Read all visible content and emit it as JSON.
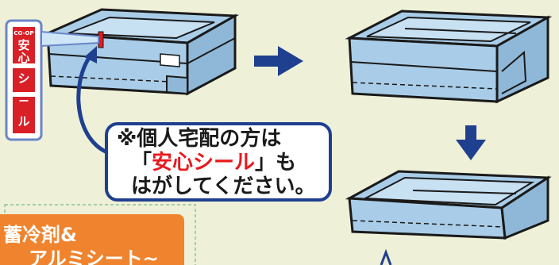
{
  "seal": {
    "top_label": "CO-OP",
    "char1": "安",
    "char2": "心",
    "char3": "シ",
    "char4": "ー",
    "char5": "ル"
  },
  "callout": {
    "line1": "※個人宅配の方は",
    "line2_open": "「",
    "line2_red": "安心シール",
    "line2_close": "」も",
    "line3": "はがしてください。"
  },
  "orange_tab": {
    "line1": "蓄冷剤&",
    "line2": "アルミシート~"
  },
  "colors": {
    "box_blue": "#a9cde8",
    "box_dark": "#1a1a1a",
    "arrow_navy": "#1f3f8f",
    "seal_red": "#d92027",
    "background": "#eef0d8",
    "orange": "#f0842e"
  }
}
